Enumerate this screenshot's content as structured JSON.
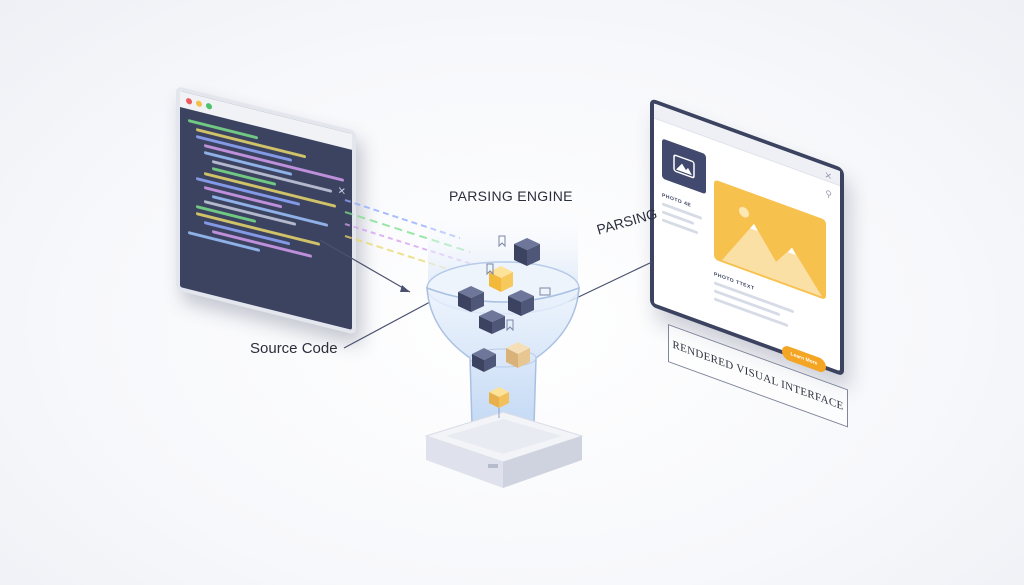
{
  "labels": {
    "source_code": "Source Code",
    "parsing_engine": "PARSING ENGINE",
    "parsing": "PARSING",
    "rendered_interface": "RENDERED VISUAL INTERFACE"
  },
  "code_window": {
    "traffic_lights": [
      "#ef5b5b",
      "#f5c04a",
      "#4cc36b"
    ],
    "line_colors": [
      "#7adf8a",
      "#e9d86a",
      "#8fa8ff",
      "#d59cf0",
      "#9ec4ff",
      "#c9cce0"
    ]
  },
  "ui_window": {
    "photo_label": "PHOTO 4E",
    "text_label": "PHOTO TTEXT",
    "cta_label": "Learn More"
  },
  "colors": {
    "navy": "#3c4360",
    "accent": "#f7c14e",
    "cta": "#f5a524",
    "funnel_glass": "#cfe0f7"
  },
  "icons": [
    "close-icon",
    "search-icon",
    "image-icon",
    "mountain-icon",
    "cube-icon"
  ]
}
